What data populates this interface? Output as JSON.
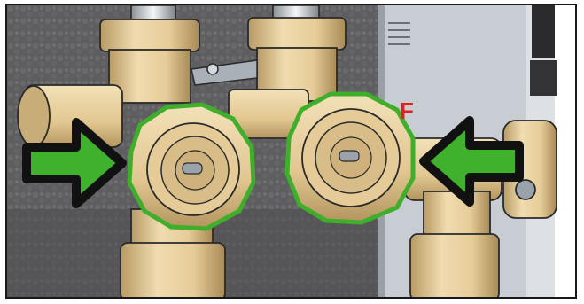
{
  "illustration": {
    "subject": "valve-assembly",
    "callout_label": "F",
    "colors": {
      "brass": "#e8cf9e",
      "brass_shadow": "#b89a63",
      "highlight_ring": "#3fae2a",
      "arrow_fill": "#3fb12c",
      "arrow_outline": "#111111",
      "background_dark": "#5f5f62",
      "panel_light": "#c9ced4",
      "callout": "#e0201b"
    },
    "arrows": [
      {
        "name": "left-arrow",
        "direction": "right"
      },
      {
        "name": "right-arrow",
        "direction": "left"
      }
    ]
  }
}
